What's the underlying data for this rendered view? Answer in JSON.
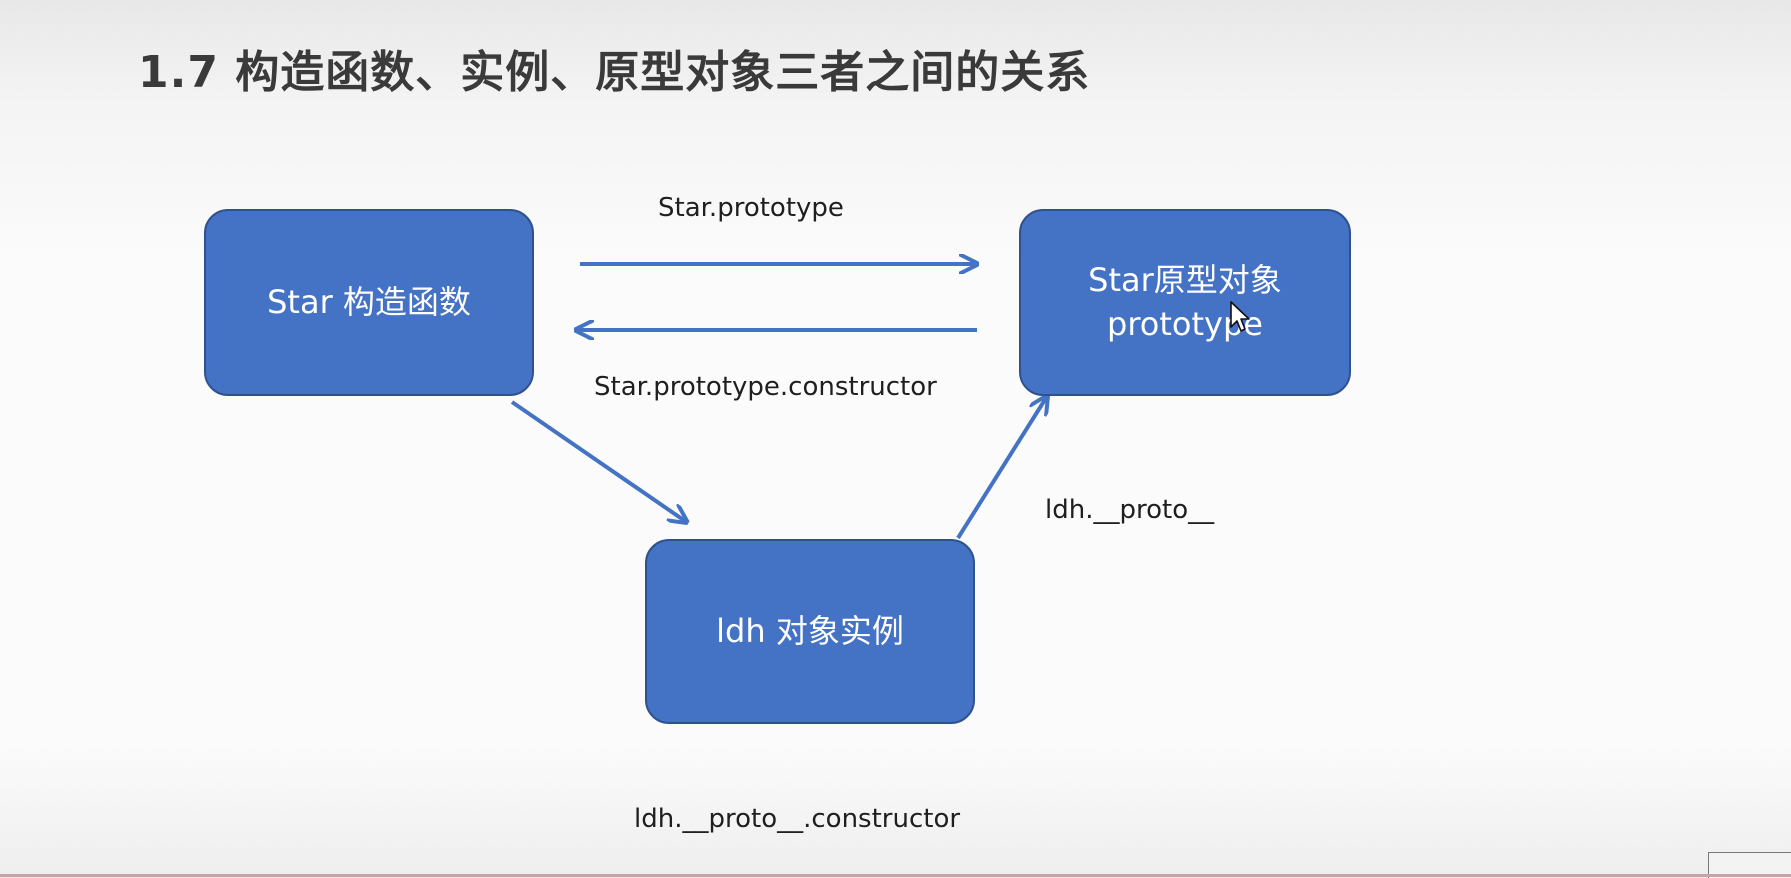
{
  "slide": {
    "title": "1.7 构造函数、实例、原型对象三者之间的关系"
  },
  "nodes": {
    "constructor": {
      "label": "Star 构造函数"
    },
    "prototype": {
      "line1": "Star原型对象",
      "line2": "prototype"
    },
    "instance": {
      "label": "ldh 对象实例"
    }
  },
  "edges": {
    "constructor_to_prototype": {
      "label": "Star.prototype"
    },
    "prototype_to_constructor": {
      "label": "Star.prototype.constructor"
    },
    "instance_to_prototype": {
      "label": "ldh.__proto__"
    },
    "instance_constructor": {
      "label": "ldh.__proto__.constructor"
    }
  },
  "colors": {
    "node_fill": "#4472c4",
    "node_border": "#2f528f",
    "arrow": "#4472c4",
    "title_text": "#3a3a3a"
  }
}
